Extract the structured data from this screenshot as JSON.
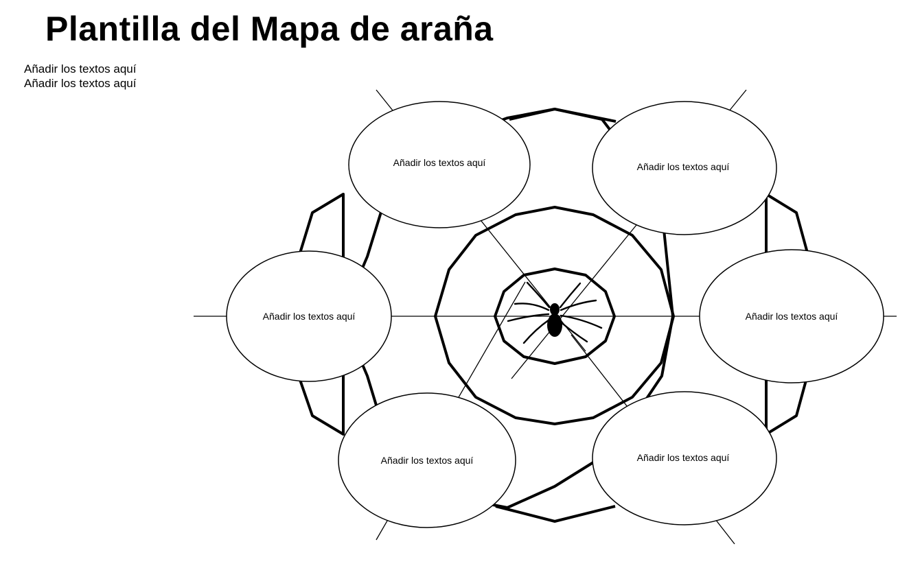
{
  "title": "Plantilla del Mapa de araña",
  "notes": [
    "Añadir los textos aquí",
    "Añadir los textos aquí"
  ],
  "bubbles": [
    {
      "label": "Añadir los textos aquí"
    },
    {
      "label": "Añadir los textos aquí"
    },
    {
      "label": "Añadir los textos aquí"
    },
    {
      "label": "Añadir los textos aquí"
    },
    {
      "label": "Añadir los textos aquí"
    },
    {
      "label": "Añadir los textos aquí"
    }
  ],
  "center_icon": "spider-icon",
  "colors": {
    "ink": "#000000",
    "background": "#ffffff"
  }
}
